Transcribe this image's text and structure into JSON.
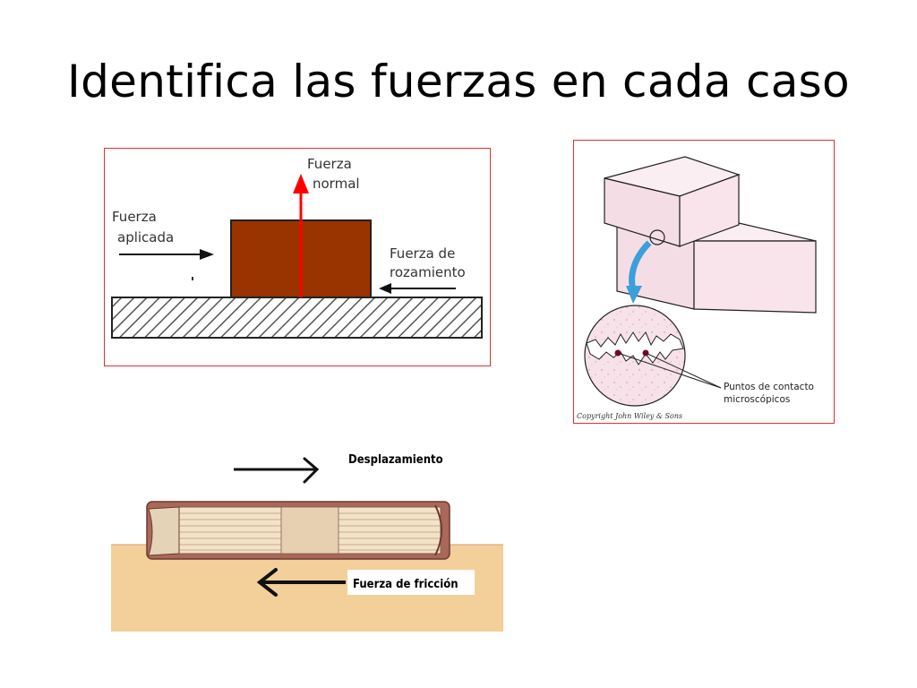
{
  "slide": {
    "title": "Identifica las fuerzas en cada caso"
  },
  "block_diagram": {
    "normal_force_line1": "Fuerza",
    "normal_force_line2": "normal",
    "applied_force_line1": "Fuerza",
    "applied_force_line2": "aplicada",
    "friction_force_line1": "Fuerza de",
    "friction_force_line2": "rozamiento",
    "colors": {
      "block": "#993300",
      "normal_arrow": "#ff0000",
      "surface_hatch": "#555555"
    }
  },
  "micro_diagram": {
    "contact_label_line1": "Puntos de contacto",
    "contact_label_line2": "microscópicos",
    "copyright": "Copyright John Wiley & Sons",
    "colors": {
      "block_fill": "#f8e4ea",
      "arrow": "#3aa0dc",
      "contact_point": "#7a0026"
    }
  },
  "book_diagram": {
    "displacement_label": "Desplazamiento",
    "friction_label": "Fuerza de fricción",
    "colors": {
      "table": "#f3cf9a",
      "book_cover": "#a8685a"
    }
  }
}
